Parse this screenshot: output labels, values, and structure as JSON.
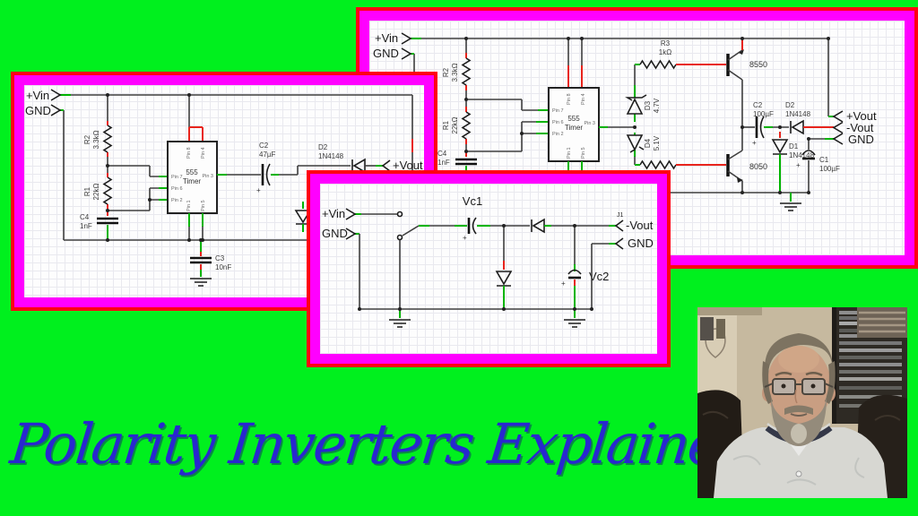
{
  "palette": {
    "background_green": "#00f01e",
    "border_magenta": "#ff00ff",
    "border_red": "#ff0013",
    "title_blue": "#2828cf",
    "wire_gray": "#3f3f3f",
    "wire_green": "#00b400",
    "wire_red": "#e8241c",
    "schematic_bg": "#fdfdfd"
  },
  "title": {
    "text": "Polarity Inverters Explained"
  },
  "schematic_right": {
    "vin": "+Vin",
    "gnd": "GND",
    "vout_pos": "+Vout",
    "vout_neg": "-Vout",
    "gnd_out": "GND",
    "ic": {
      "line1": "555",
      "line2": "Timer",
      "pin1": "Pin 1",
      "pin2": "Pin 2",
      "pin3": "Pin 3",
      "pin4": "Pin 4",
      "pin5": "Pin 5",
      "pin6": "Pin 6",
      "pin7": "Pin 7",
      "pin8": "Pin 8"
    },
    "r2": {
      "name": "R2",
      "value": "3.3kΩ"
    },
    "r1": {
      "name": "R1",
      "value": "22kΩ"
    },
    "c4": {
      "name": "C4",
      "value": "1nF"
    },
    "r3": {
      "name": "R3",
      "value": "1kΩ"
    },
    "q1": "8550",
    "q2": "8050",
    "d3": {
      "name": "D3",
      "value": "4.7V"
    },
    "d4": {
      "name": "D4",
      "value": "5.1V"
    },
    "c2": {
      "name": "C2",
      "value": "100µF"
    },
    "d2": {
      "name": "D2",
      "value": "1N4148"
    },
    "d1": {
      "name": "D1",
      "value": "1N4148"
    },
    "c1": {
      "name": "C1",
      "value": "100µF"
    }
  },
  "schematic_left": {
    "vin": "+Vin",
    "gnd": "GND",
    "vout": "+Vout",
    "ic": {
      "line1": "555",
      "line2": "Timer",
      "pin1": "Pin 1",
      "pin2": "Pin 2",
      "pin3": "Pin 3",
      "pin4": "Pin 4",
      "pin5": "Pin 5",
      "pin6": "Pin 6",
      "pin7": "Pin 7",
      "pin8": "Pin 8"
    },
    "r2": {
      "name": "R2",
      "value": "3.3kΩ"
    },
    "r1": {
      "name": "R1",
      "value": "22kΩ"
    },
    "c4": {
      "name": "C4",
      "value": "1nF"
    },
    "c2": {
      "name": "C2",
      "value": "47µF"
    },
    "c3": {
      "name": "C3",
      "value": "10nF"
    },
    "d2": {
      "name": "D2",
      "value": "1N4148"
    }
  },
  "schematic_center": {
    "vin": "+Vin",
    "gnd": "GND",
    "j1": "J1",
    "vout": "-Vout",
    "gnd_out": "GND",
    "vc1": "Vc1",
    "vc2": "Vc2"
  }
}
